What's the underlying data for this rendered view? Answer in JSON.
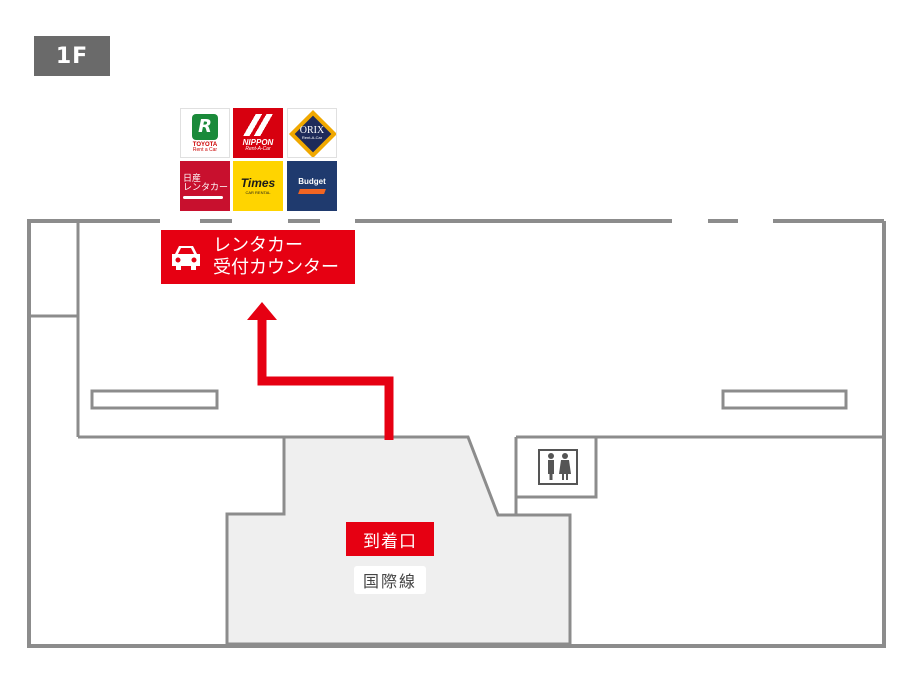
{
  "floor": {
    "label": "1F"
  },
  "rental_counter": {
    "line1": "レンタカー",
    "line2": "受付カウンター",
    "icon": "car-icon"
  },
  "arrival": {
    "label": "到着口"
  },
  "international": {
    "label": "国際線"
  },
  "restroom": {
    "icon": "restroom-icon"
  },
  "logos": [
    {
      "name": "toyota",
      "lines": [
        "TOYOTA",
        "Rent a Car"
      ]
    },
    {
      "name": "nippon",
      "lines": [
        "NIPPON",
        "Rent-A-Car"
      ]
    },
    {
      "name": "orix",
      "lines": [
        "ORIX",
        "Rent-A-Car"
      ]
    },
    {
      "name": "nissan",
      "lines": [
        "日産",
        "レンタカー"
      ]
    },
    {
      "name": "times",
      "lines": [
        "Times",
        "CAR RENTAL"
      ]
    },
    {
      "name": "budget",
      "lines": [
        "Budget"
      ]
    }
  ],
  "colors": {
    "accent": "#e60012",
    "wall": "#8c8c8c",
    "arrival_area": "#efefef",
    "badge": "#6a6a6a"
  }
}
